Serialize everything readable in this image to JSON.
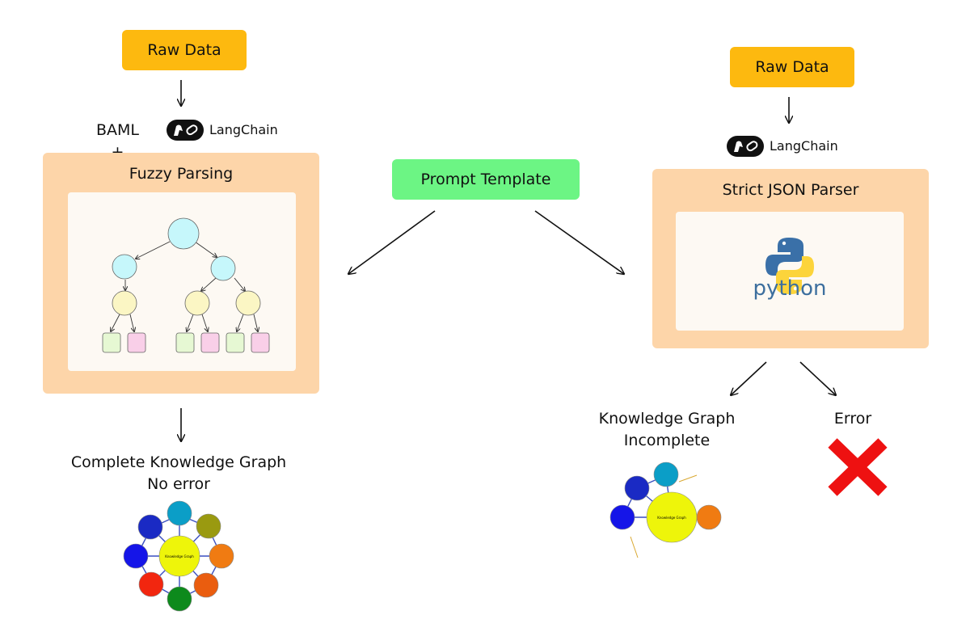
{
  "left": {
    "raw_data": "Raw Data",
    "tools_prefix": "BAML +",
    "langchain": "LangChain",
    "panel_title": "Fuzzy Parsing",
    "result_line1": "Complete Knowledge Graph",
    "result_line2": "No error",
    "graph_center_label": "Knowledge Graph"
  },
  "center": {
    "prompt_template": "Prompt Template"
  },
  "right": {
    "raw_data": "Raw Data",
    "langchain": "LangChain",
    "panel_title": "Strict JSON Parser",
    "python_label": "python",
    "result_line1": "Knowledge Graph",
    "result_line2": "Incomplete",
    "error_label": "Error",
    "graph_center_label": "Knowledge Graph"
  },
  "colors": {
    "raw_data": "#fdb90f",
    "prompt_template": "#6cf584",
    "panel": "#fdd5a9",
    "error_cross": "#ee1111",
    "graph_center": "#eef50a"
  }
}
